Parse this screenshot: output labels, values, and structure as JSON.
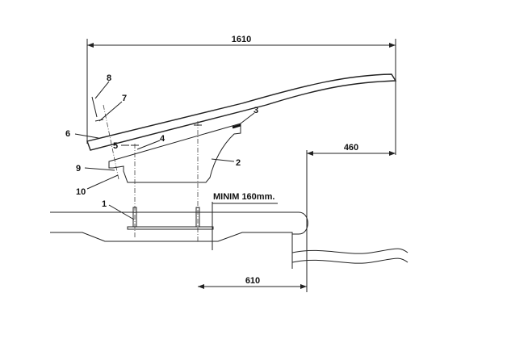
{
  "dimensions": {
    "overall_length": "1610",
    "overhang": "460",
    "setback": "610",
    "min_clearance": "MINIM 160mm."
  },
  "part_labels": [
    "1",
    "2",
    "3",
    "4",
    "5",
    "6",
    "7",
    "8",
    "9",
    "10"
  ]
}
